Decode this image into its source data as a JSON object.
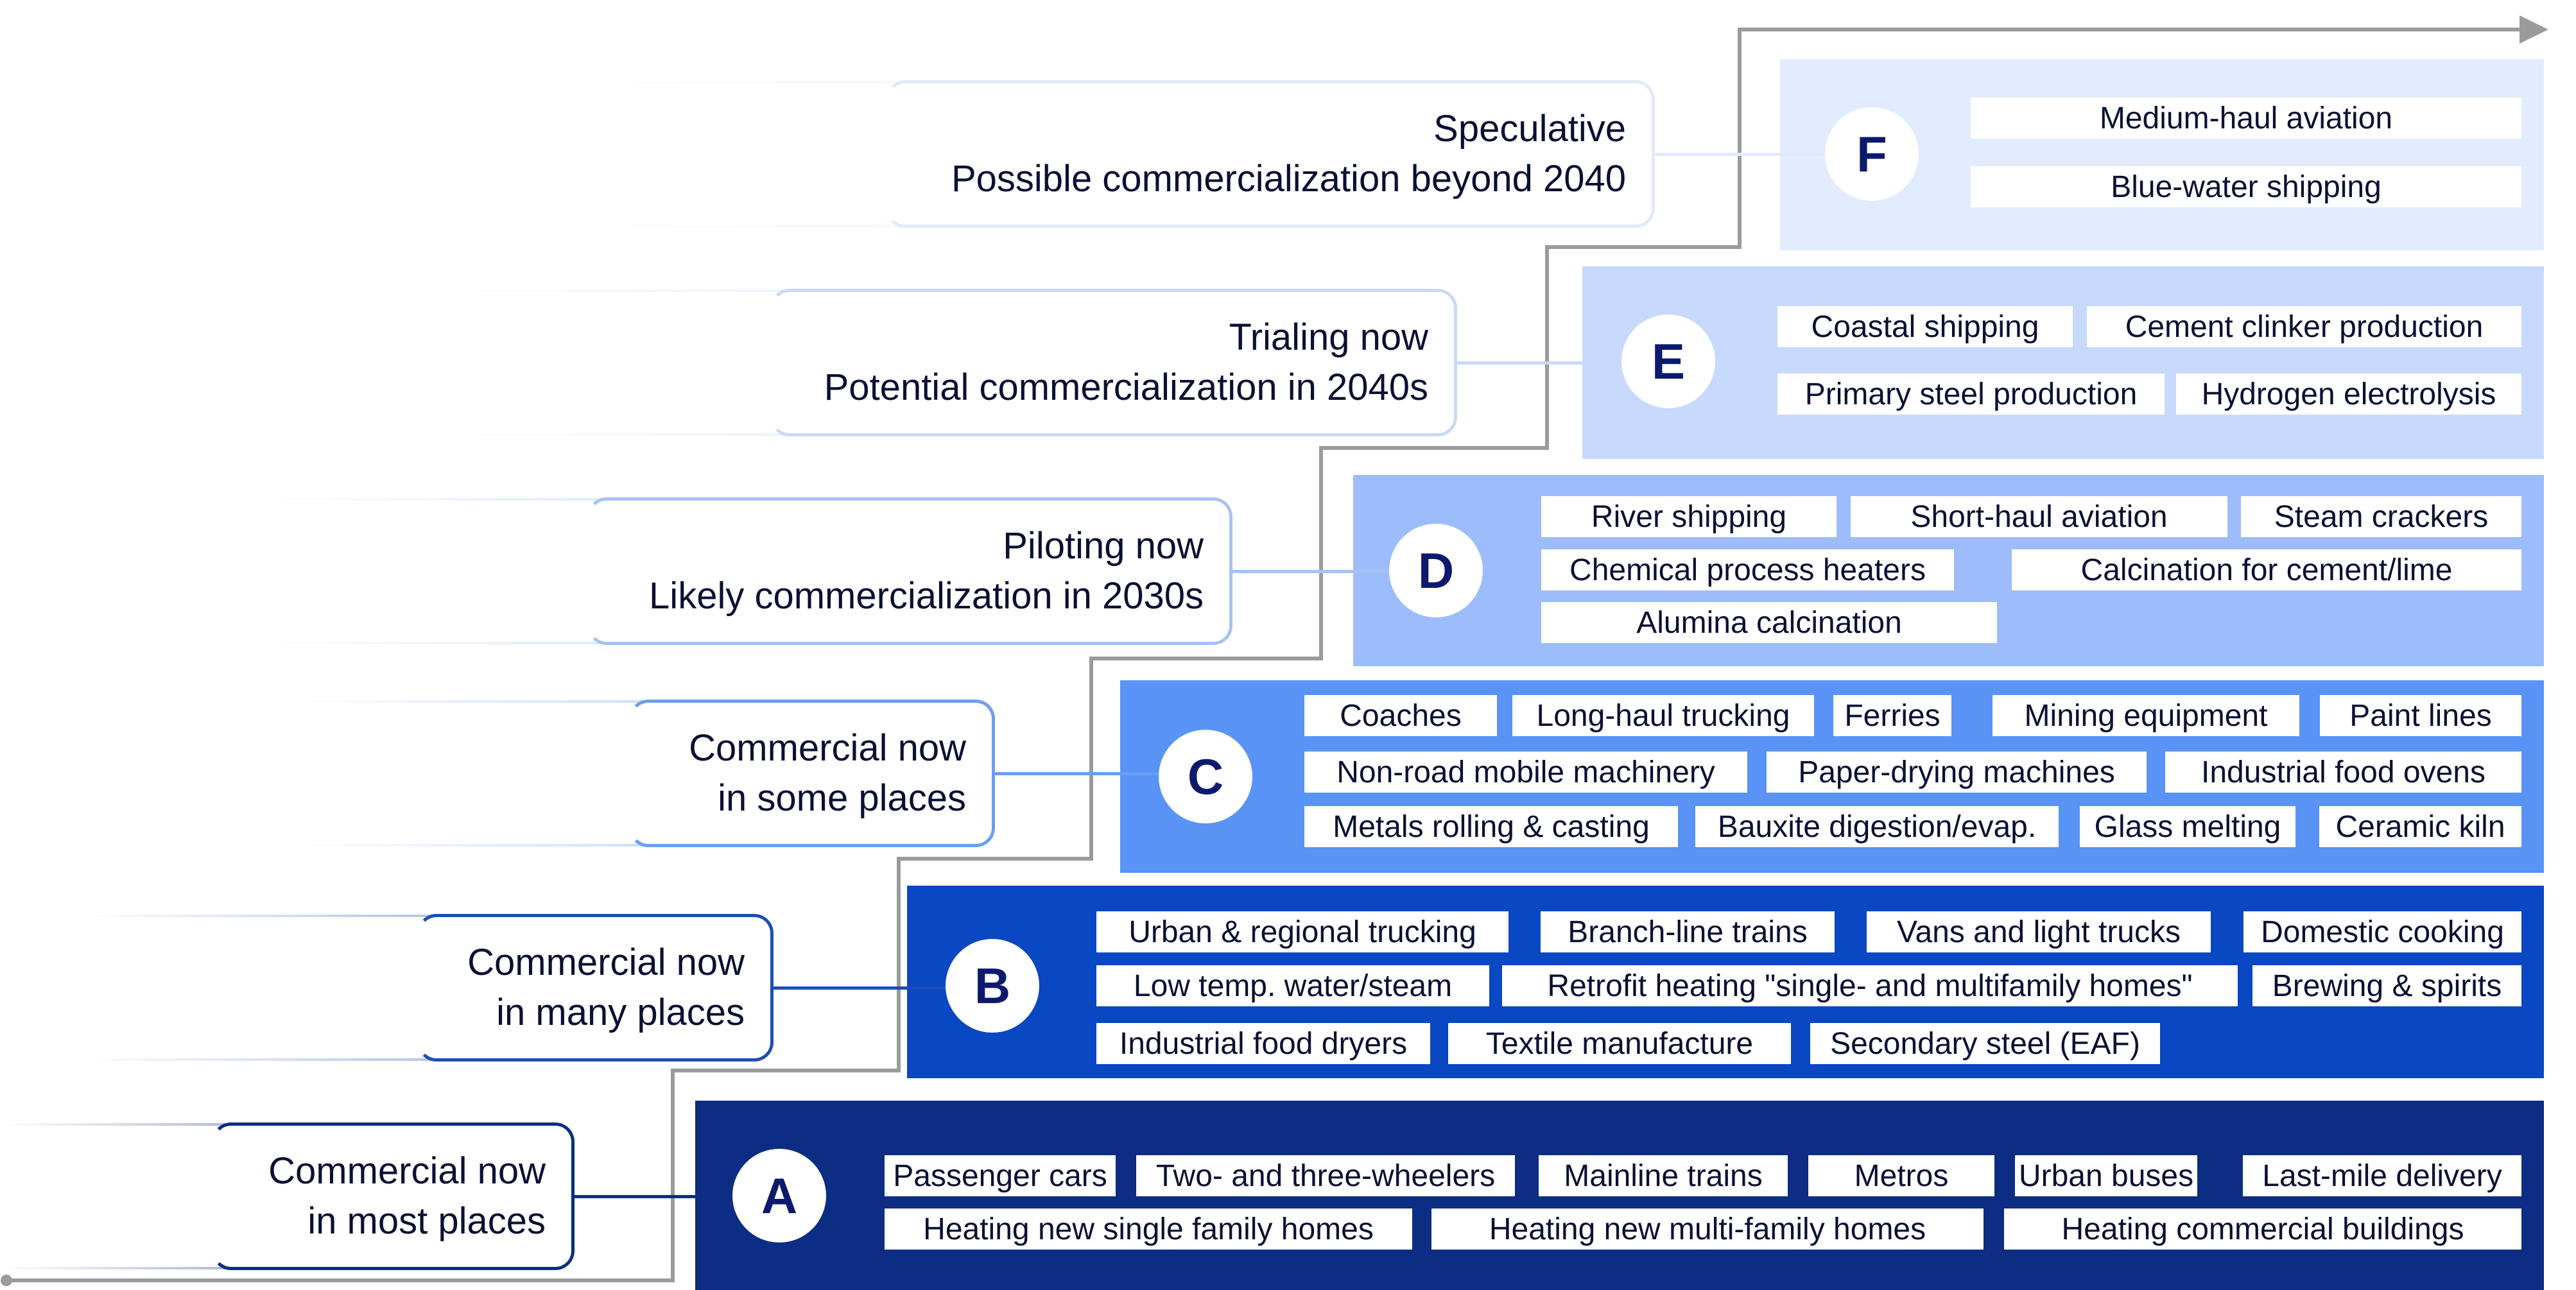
{
  "colors": {
    "staircase_line": "#9b9b9b",
    "circle_text": "#0c1a6e",
    "chip_background": "#ffffff"
  },
  "levels": [
    {
      "id": "A",
      "letter": "A",
      "band_color": "#0c2d83",
      "callout_border_color": "#0c2d83",
      "callout_lines": [
        "Commercial now",
        "in most places"
      ],
      "rows": [
        [
          "Passenger cars",
          "Two- and three-wheelers",
          "Mainline trains",
          "Metros",
          "Urban buses",
          "Last-mile delivery"
        ],
        [
          "Heating new single family homes",
          "Heating new multi-family homes",
          "Heating commercial buildings"
        ]
      ]
    },
    {
      "id": "B",
      "letter": "B",
      "band_color": "#0a47c2",
      "callout_border_color": "#1c4db8",
      "callout_lines": [
        "Commercial now",
        "in many places"
      ],
      "rows": [
        [
          "Urban & regional trucking",
          "Branch-line trains",
          "Vans and light trucks",
          "Domestic cooking"
        ],
        [
          "Low temp. water/steam",
          "Retrofit heating \"single- and multifamily homes\"",
          "Brewing & spirits"
        ],
        [
          "Industrial food dryers",
          "Textile manufacture",
          "Secondary steel (EAF)"
        ]
      ]
    },
    {
      "id": "C",
      "letter": "C",
      "band_color": "#5a93f6",
      "callout_border_color": "#6b9df2",
      "callout_lines": [
        "Commercial now",
        "in some places"
      ],
      "rows": [
        [
          "Coaches",
          "Long-haul trucking",
          "Ferries",
          "Mining equipment",
          "Paint lines"
        ],
        [
          "Non-road mobile machinery",
          "Paper-drying machines",
          "Industrial food ovens"
        ],
        [
          "Metals rolling & casting",
          "Bauxite digestion/evap.",
          "Glass melting",
          "Ceramic kiln"
        ]
      ]
    },
    {
      "id": "D",
      "letter": "D",
      "band_color": "#9dbcfb",
      "callout_border_color": "#a6c2f5",
      "callout_lines": [
        "Piloting now",
        "Likely commercialization in 2030s"
      ],
      "rows": [
        [
          "River shipping",
          "Short-haul aviation",
          "Steam crackers"
        ],
        [
          "Chemical process heaters",
          "Calcination for cement/lime"
        ],
        [
          "Alumina calcination"
        ]
      ]
    },
    {
      "id": "E",
      "letter": "E",
      "band_color": "#c7d9fd",
      "callout_border_color": "#c9daf7",
      "callout_lines": [
        "Trialing now",
        "Potential commercialization in 2040s"
      ],
      "rows": [
        [
          "Coastal shipping",
          "Cement clinker production"
        ],
        [
          "Primary steel production",
          "Hydrogen electrolysis"
        ]
      ]
    },
    {
      "id": "F",
      "letter": "F",
      "band_color": "#e2ecfe",
      "callout_border_color": "#e1eafa",
      "callout_lines": [
        "Speculative",
        "Possible commercialization beyond 2040"
      ],
      "rows": [
        [
          "Medium-haul aviation"
        ],
        [
          "Blue-water shipping"
        ]
      ]
    }
  ]
}
